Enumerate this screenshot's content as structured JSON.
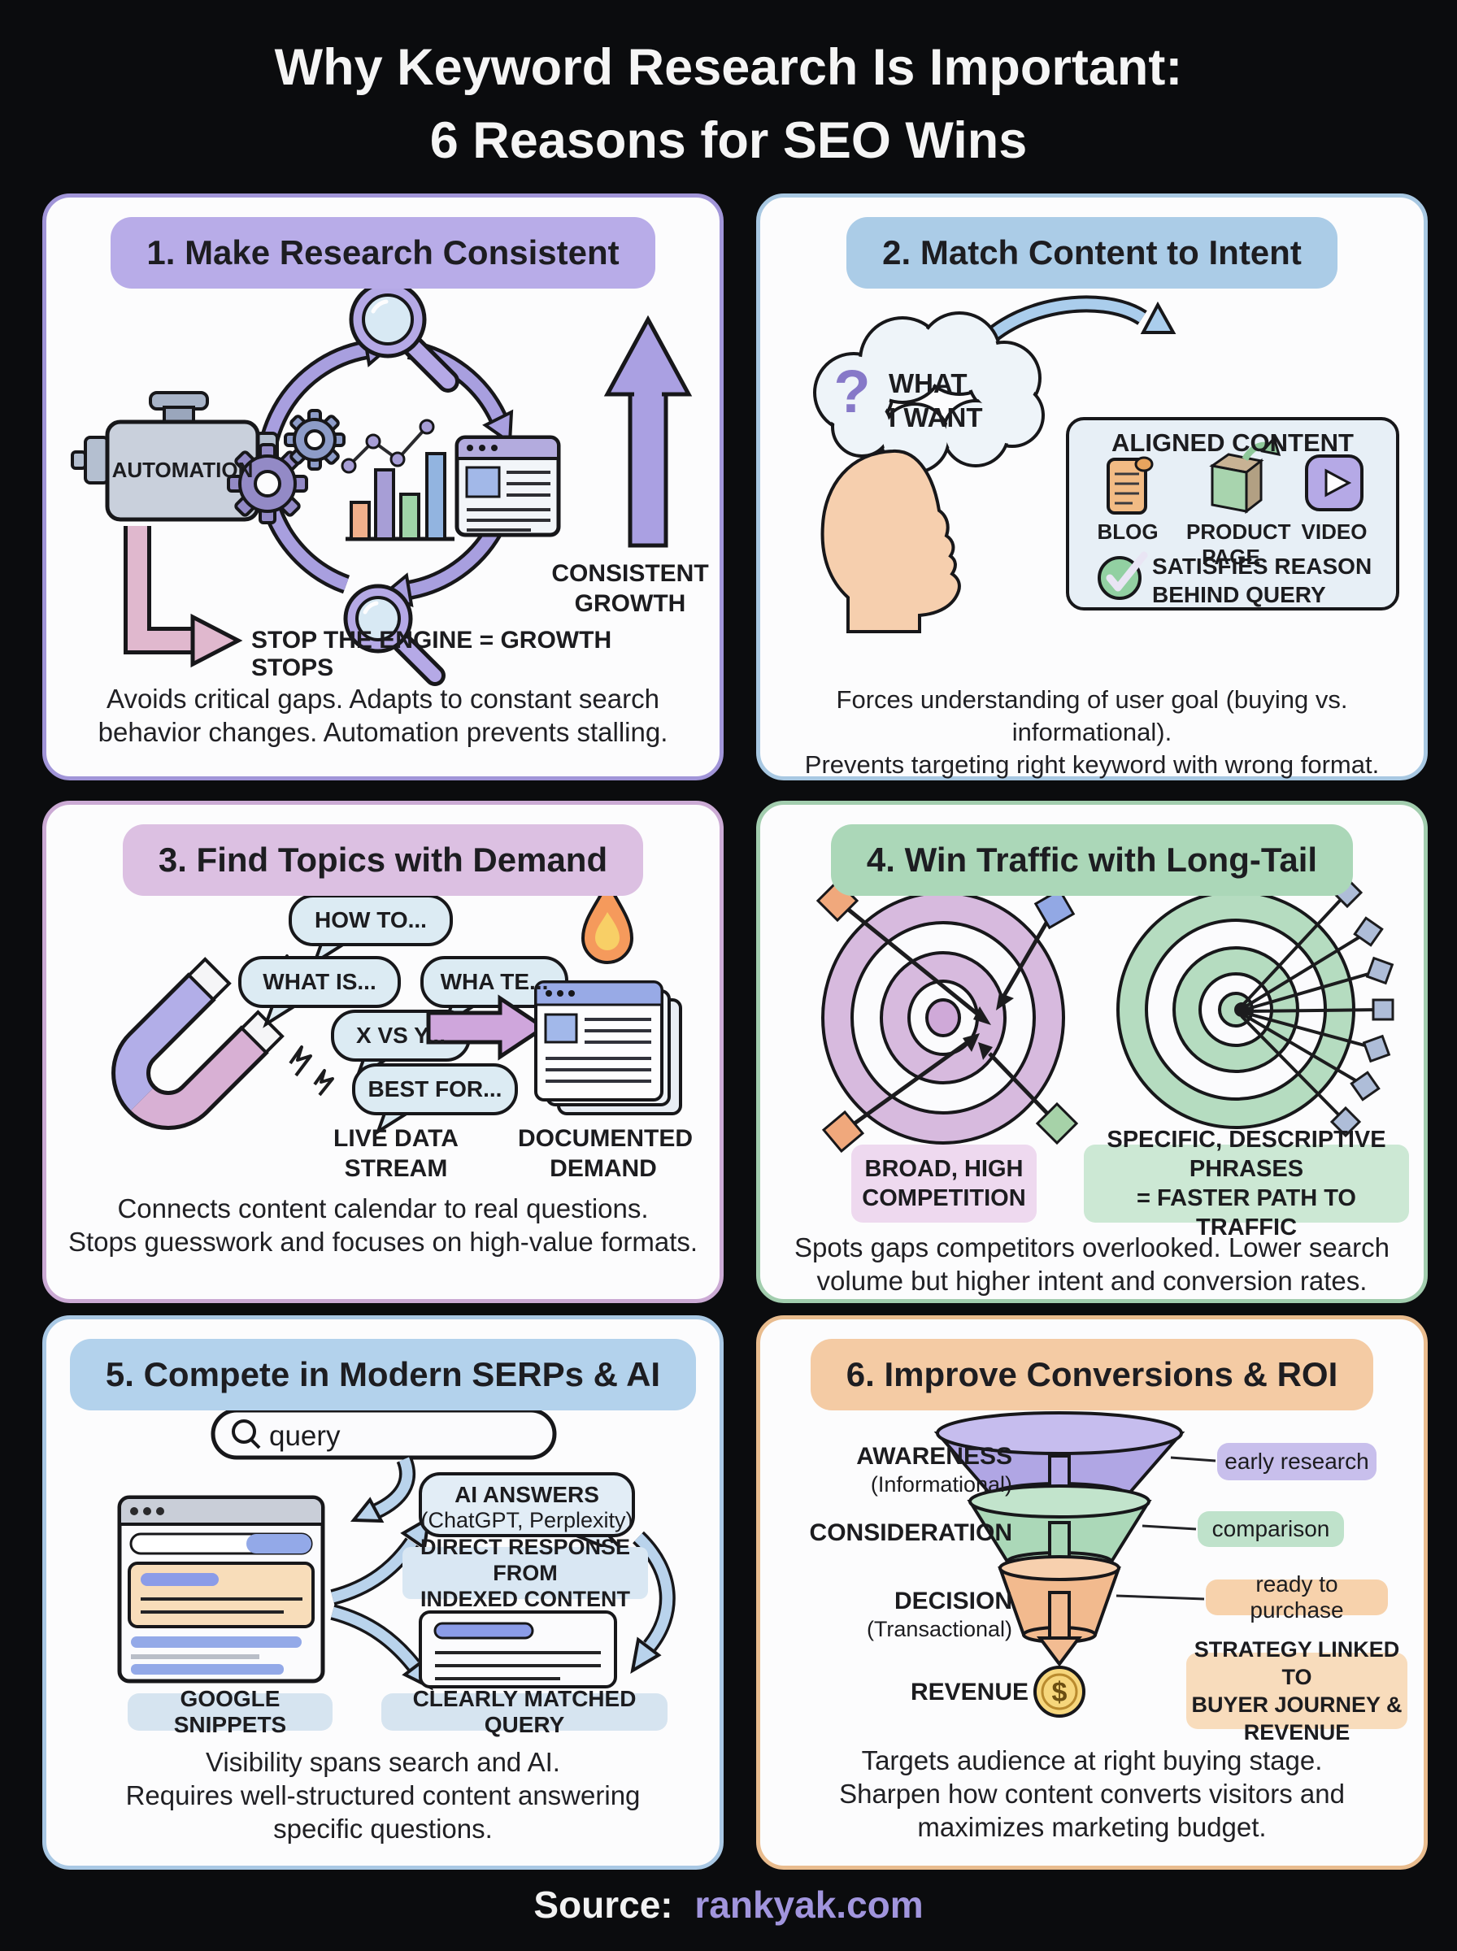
{
  "page": {
    "title_line1": "Why Keyword Research Is Important:",
    "title_line2": "6 Reasons for SEO Wins",
    "footer_prefix": "Source:",
    "footer_site": "rankyak.com"
  },
  "panel1": {
    "title": "1. Make Research Consistent",
    "engine_label": "AUTOMATION",
    "growth_lines": [
      "CONSISTENT",
      "GROWTH"
    ],
    "stop_label": "STOP THE ENGINE = GROWTH STOPS",
    "desc_lines": [
      "Avoids critical gaps. Adapts to constant search",
      "behavior changes. Automation prevents stalling."
    ]
  },
  "panel2": {
    "title": "2. Match Content to Intent",
    "thought_q": "?",
    "thought_lines": [
      "WHAT",
      "I WANT"
    ],
    "box_title": "ALIGNED CONTENT",
    "blog_label": "BLOG",
    "product_label_line1": "PRODUCT",
    "product_label_line2": "PAGE",
    "video_label": "VIDEO",
    "check_lines": [
      "SATISFIES REASON",
      "BEHIND QUERY"
    ],
    "desc_lines": [
      "Forces understanding of user goal (buying vs. informational).",
      "Prevents targeting right keyword with wrong format."
    ]
  },
  "panel3": {
    "title": "3. Find Topics with Demand",
    "bubbles": [
      "HOW TO...",
      "WHAT IS...",
      "WHA TE...",
      "X VS Y...",
      "BEST FOR..."
    ],
    "magnet_lines": [
      "LIVE DATA",
      "STREAM"
    ],
    "docs_lines": [
      "DOCUMENTED",
      "DEMAND"
    ],
    "desc_lines": [
      "Connects content calendar to real questions.",
      "Stops guesswork and focuses on high-value formats."
    ]
  },
  "panel4": {
    "title": "4. Win Traffic with Long-Tail",
    "left_tag_lines": [
      "BROAD, HIGH",
      "COMPETITION"
    ],
    "right_tag_lines": [
      "SPECIFIC, DESCRIPTIVE PHRASES",
      "= FASTER PATH TO TRAFFIC"
    ],
    "desc_lines": [
      "Spots gaps competitors overlooked. Lower search",
      "volume but higher intent and conversion rates."
    ]
  },
  "panel5": {
    "title": "5. Compete in Modern SERPs & AI",
    "search_query": "query",
    "ai_lines": [
      "AI ANSWERS",
      "(ChatGPT, Perplexity)"
    ],
    "direct_lines": [
      "DIRECT RESPONSE FROM",
      "INDEXED CONTENT"
    ],
    "left_tag": "GOOGLE SNIPPETS",
    "right_tag": "CLEARLY MATCHED QUERY",
    "desc_lines": [
      "Visibility spans search and AI.",
      "Requires well-structured content answering",
      "specific questions."
    ]
  },
  "panel6": {
    "title": "6. Improve Conversions & ROI",
    "stages": [
      {
        "name": "AWARENESS",
        "sub": "(Informational)",
        "pill": "early research"
      },
      {
        "name": "CONSIDERATION",
        "sub": "",
        "pill": "comparison"
      },
      {
        "name": "DECISION",
        "sub": "(Transactional)",
        "pill": "ready to purchase"
      },
      {
        "name": "REVENUE",
        "sub": "",
        "pill": ""
      }
    ],
    "coin_symbol": "$",
    "strategy_lines": [
      "STRATEGY LINKED TO",
      "BUYER JOURNEY & REVENUE"
    ],
    "desc_lines": [
      "Targets audience at right buying stage.",
      "Sharpen how content converts visitors and",
      "maximizes marketing budget."
    ]
  }
}
